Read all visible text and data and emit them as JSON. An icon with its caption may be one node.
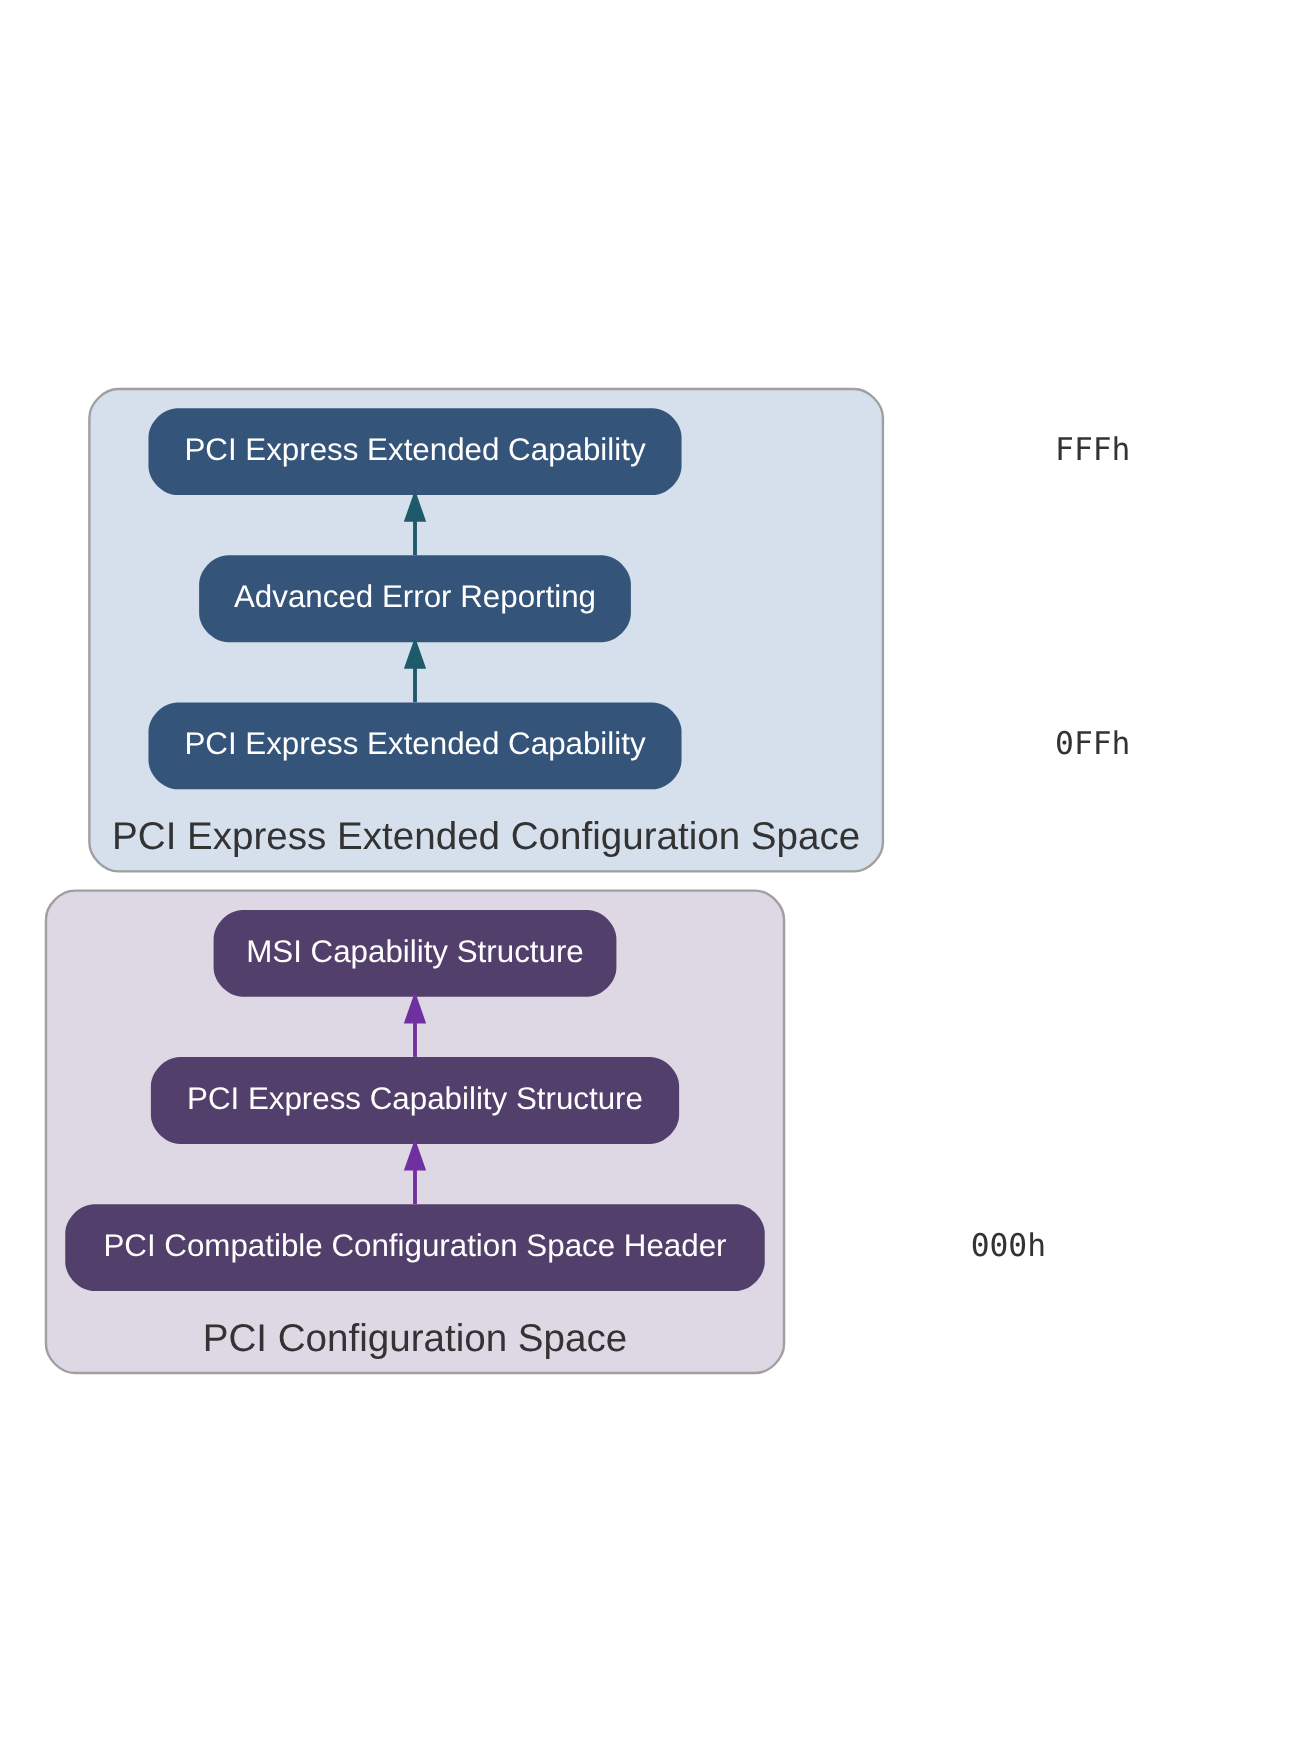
{
  "diagram": {
    "nodes": [
      {
        "text": [
          "PCI Express Extended Configuration Space"
        ]
      },
      {
        "text": [
          "PCI Express Extended Capability"
        ],
        "in": 0
      },
      {
        "text": [
          "Advanced Error Reporting"
        ],
        "in": 0
      },
      {
        "text": [
          "PCI Express Extended Capability"
        ],
        "in": 0
      },
      {
        "text": [
          "PCI Configuration Space"
        ]
      },
      {
        "text": [
          "MSI Capability Structure"
        ],
        "in": 4
      },
      {
        "text": [
          "PCI Express Capability Structure"
        ],
        "in": 4
      },
      {
        "text": [
          "PCI Compatible Configuration Space Header"
        ],
        "in": 4
      }
    ],
    "edges": [
      {
        "from": 3,
        "to": 2,
        "arrow": "to",
        "color": "#1f5a6b"
      },
      {
        "from": 2,
        "to": 1,
        "arrow": "to",
        "color": "#1f5a6b"
      },
      {
        "from": 7,
        "to": 6,
        "arrow": "to",
        "color": "#7030a0"
      },
      {
        "from": 6,
        "to": 5,
        "arrow": "to",
        "color": "#7030a0"
      }
    ],
    "labels": [
      "FFFh",
      "0FFh",
      "000h"
    ]
  }
}
